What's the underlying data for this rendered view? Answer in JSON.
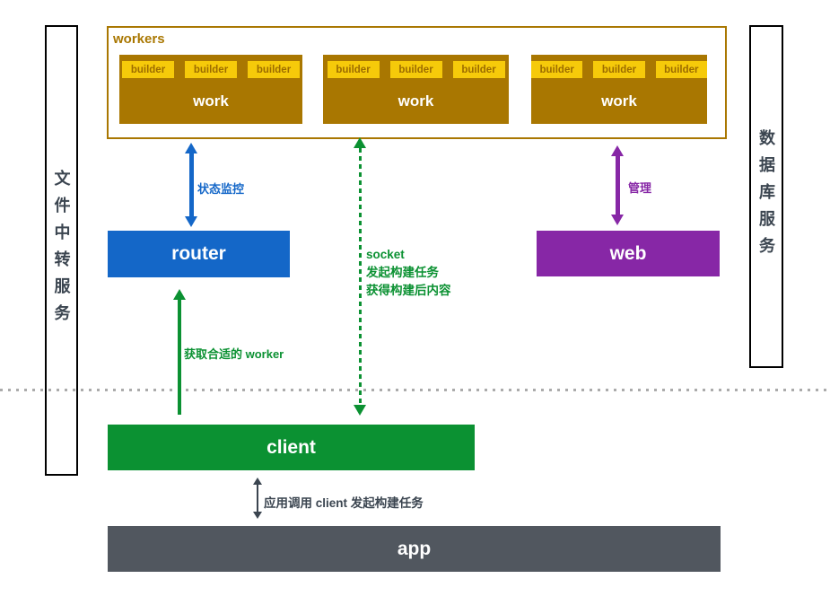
{
  "diagram": {
    "left_panel": "文件中转服务",
    "right_panel": "数据库服务",
    "workers": {
      "label": "workers",
      "work_label": "work",
      "builder_label": "builder"
    },
    "nodes": {
      "router": "router",
      "web": "web",
      "client": "client",
      "app": "app"
    },
    "edges": {
      "status_monitor": "状态监控",
      "manage": "管理",
      "socket_line1": "socket",
      "socket_line2": "发起构建任务",
      "socket_line3": "获得构建后内容",
      "get_worker": "获取合适的 worker",
      "app_call": "应用调用 client 发起构建任务"
    },
    "colors": {
      "gold_dark": "#A97701",
      "builder_yellow": "#F6CA0A",
      "blue": "#1467C8",
      "purple": "#8727A6",
      "green": "#0B9132",
      "app_gray": "#51575F",
      "text_dark": "#3B4550",
      "dotted_gray": "#ABABAB"
    }
  }
}
